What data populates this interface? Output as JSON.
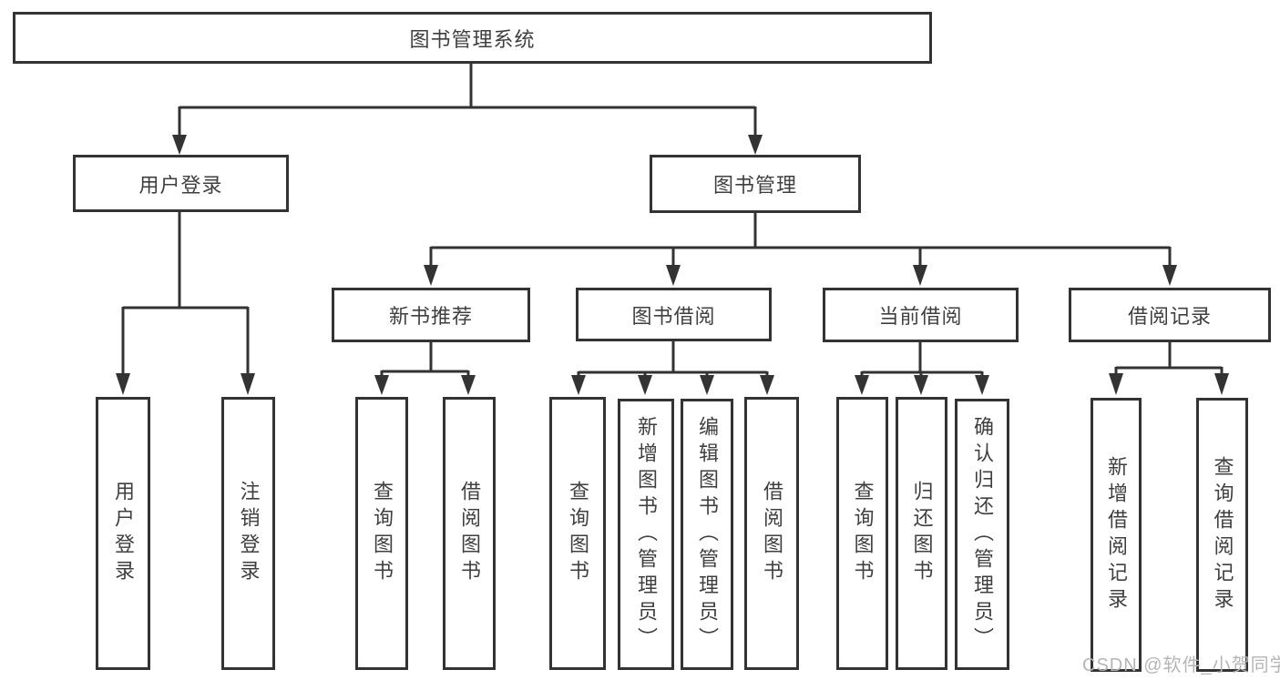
{
  "diagram": {
    "title": "图书管理系统",
    "nodes": {
      "root": "图书管理系统",
      "user_login": "用户登录",
      "book_mgmt": "图书管理",
      "new_book_rec": "新书推荐",
      "book_borrow": "图书借阅",
      "current_borrow": "当前借阅",
      "borrow_records": "借阅记录",
      "leaf_user_login": "用户登录",
      "leaf_logout": "注销登录",
      "leaf_query_books_1": "查询图书",
      "leaf_borrow_books_1": "借阅图书",
      "leaf_query_books_2": "查询图书",
      "leaf_add_books": "新增图书（管理员）",
      "leaf_edit_books": "编辑图书（管理员）",
      "leaf_borrow_books_2": "借阅图书",
      "leaf_query_books_3": "查询图书",
      "leaf_return_books": "归还图书",
      "leaf_confirm_return": "确认归还（管理员）",
      "leaf_add_borrow_record": "新增借阅记录",
      "leaf_query_borrow_record": "查询借阅记录"
    },
    "hierarchy": {
      "图书管理系统": {
        "用户登录": [
          "用户登录",
          "注销登录"
        ],
        "图书管理": {
          "新书推荐": [
            "查询图书",
            "借阅图书"
          ],
          "图书借阅": [
            "查询图书",
            "新增图书（管理员）",
            "编辑图书（管理员）",
            "借阅图书"
          ],
          "当前借阅": [
            "查询图书",
            "归还图书",
            "确认归还（管理员）"
          ],
          "借阅记录": [
            "新增借阅记录",
            "查询借阅记录"
          ]
        }
      }
    },
    "colors": {
      "line": "#333333",
      "text": "#3f3f3f",
      "background": "#ffffff",
      "watermark": "#b5b5b5"
    }
  },
  "watermark": {
    "text": "CSDN @软件_小贺同学"
  }
}
